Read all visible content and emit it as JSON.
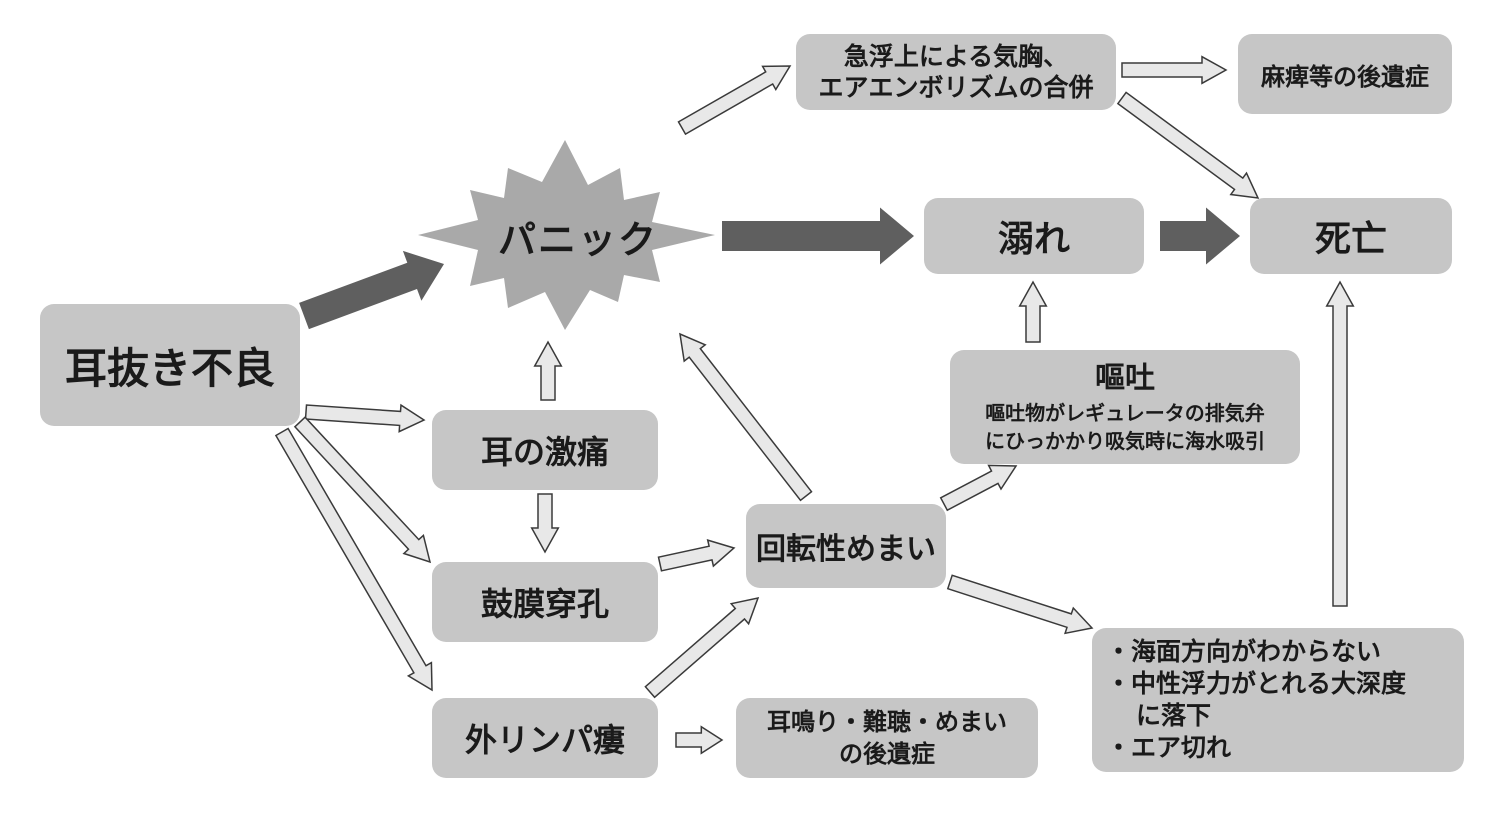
{
  "nodes": {
    "start": "耳抜き不良",
    "panic": "パニック",
    "ear_pain": "耳の激痛",
    "eardrum": "鼓膜穿孔",
    "fistula": "外リンパ瘻",
    "vertigo": "回転性めまい",
    "embolism": [
      "急浮上による気胸、",
      "エアエンボリズムの合併"
    ],
    "paralysis": "麻痺等の後遺症",
    "drowning": "溺れ",
    "death": "死亡",
    "vomit": {
      "title": "嘔吐",
      "lines": [
        "嘔吐物がレギュレータの排気弁",
        "にひっかかり吸気時に海水吸引"
      ]
    },
    "tinnitus": [
      "耳鳴り・難聴・めまい",
      "の後遺症"
    ],
    "disorientation": [
      "・海面方向がわからない",
      "・中性浮力がとれる大深度",
      "に落下",
      "・エア切れ"
    ]
  },
  "colors": {
    "box_fill": "#c6c6c6",
    "burst_fill": "#a9a9a9",
    "arrow_dark": "#5f5f5f",
    "arrow_light": "#e8e8e8",
    "arrow_stroke": "#3a3a3a"
  }
}
